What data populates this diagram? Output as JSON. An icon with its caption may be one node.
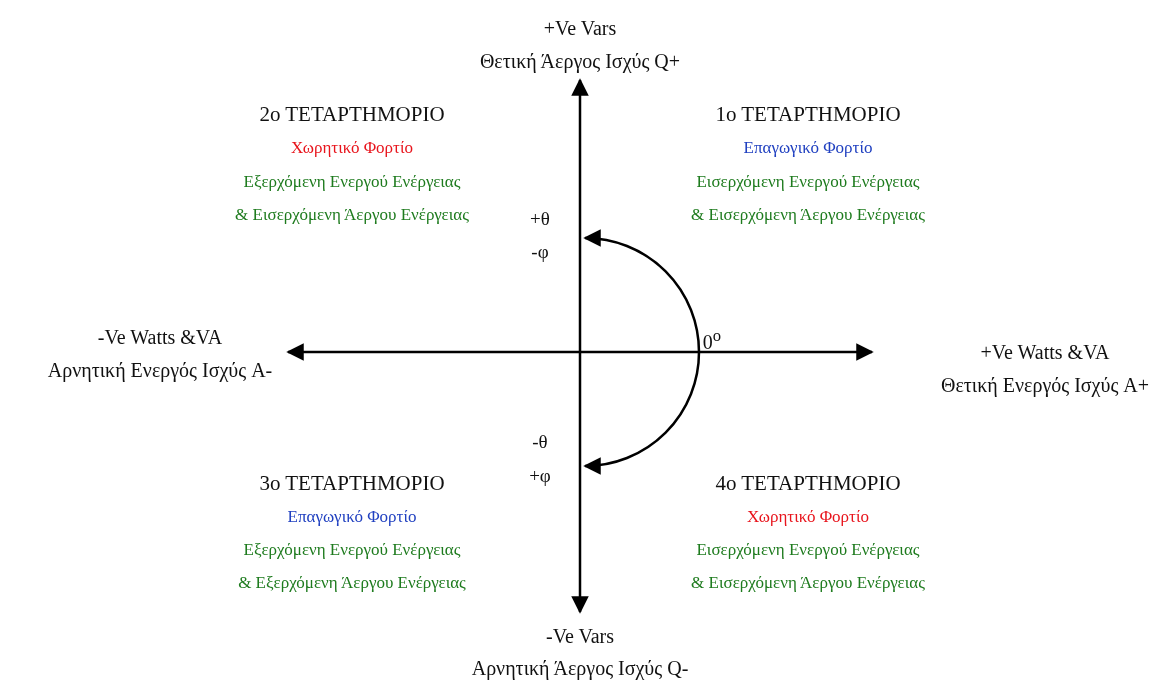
{
  "diagram": {
    "labels": [
      "+Ve Vars",
      "Θετική Άεργος Ισχύς Q+",
      "2ο ΤΕΤΑΡΤΗΜΟΡΙΟ",
      "Χωρητικό Φορτίο",
      "Εξερχόμενη Ενεργού Ενέργειας",
      "& Εισερχόμενη Άεργου Ενέργειας",
      "1ο ΤΕΤΑΡΤΗΜΟΡΙΟ",
      "Επαγωγικό Φορτίο",
      "Εισερχόμενη Ενεργού Ενέργειας",
      "& Εισερχόμενη Άεργου Ενέργειας",
      "+θ",
      "-φ",
      "-Ve Watts &VA",
      "Αρνητική Ενεργός Ισχύς A-",
      "0$^{o}$",
      "+Ve Watts &VA",
      "Θετική Ενεργός Ισχύς A+",
      "-θ",
      "+φ",
      "3ο ΤΕΤΑΡΤΗΜΟΡΙΟ",
      "Επαγωγικό Φορτίο",
      "Εξερχόμενη Ενεργού Ενέργειας",
      "& Εξερχόμενη Άεργου Ενέργειας",
      "4ο ΤΕΤΑΡΤΗΜΟΡΙΟ",
      "Χωρητικό Φορτίο",
      "Εισερχόμενη Ενεργού Ενέργειας",
      "& Εισερχόμενη Άεργου Ενέργειας",
      "-Ve Vars",
      "Αρνητική Άεργος Ισχύς Q-"
    ]
  }
}
